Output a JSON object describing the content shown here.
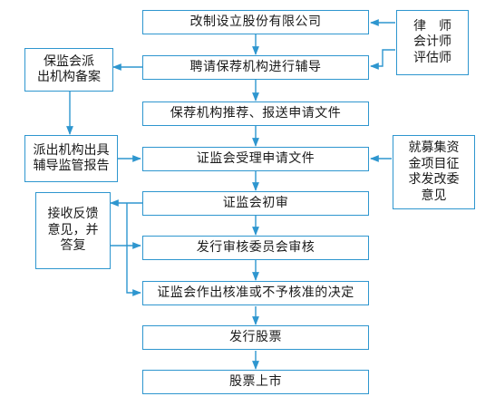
{
  "steps": [
    "改制设立股份有限公司",
    "聘请保荐机构进行辅导",
    "保荐机构推荐、报送申请文件",
    "证监会受理申请文件",
    "证监会初审",
    "发行审核委员会审核",
    "证监会作出核准或不予核准的决定",
    "发行股票",
    "股票上市"
  ],
  "side": {
    "professionals": "律　师\n会计师\n评估师",
    "csrc_filing": "保监会派\n出机构备案",
    "csrc_report": "派出机构出具\n辅导监管报告",
    "ndrc_opinion": "就募集资\n金项目征\n求发改委\n意见",
    "feedback": "接收反馈\n意见，并\n答复"
  },
  "colors": {
    "border": "#2e96cf",
    "arrow": "#2e96cf",
    "text": "#1a1a1a"
  }
}
